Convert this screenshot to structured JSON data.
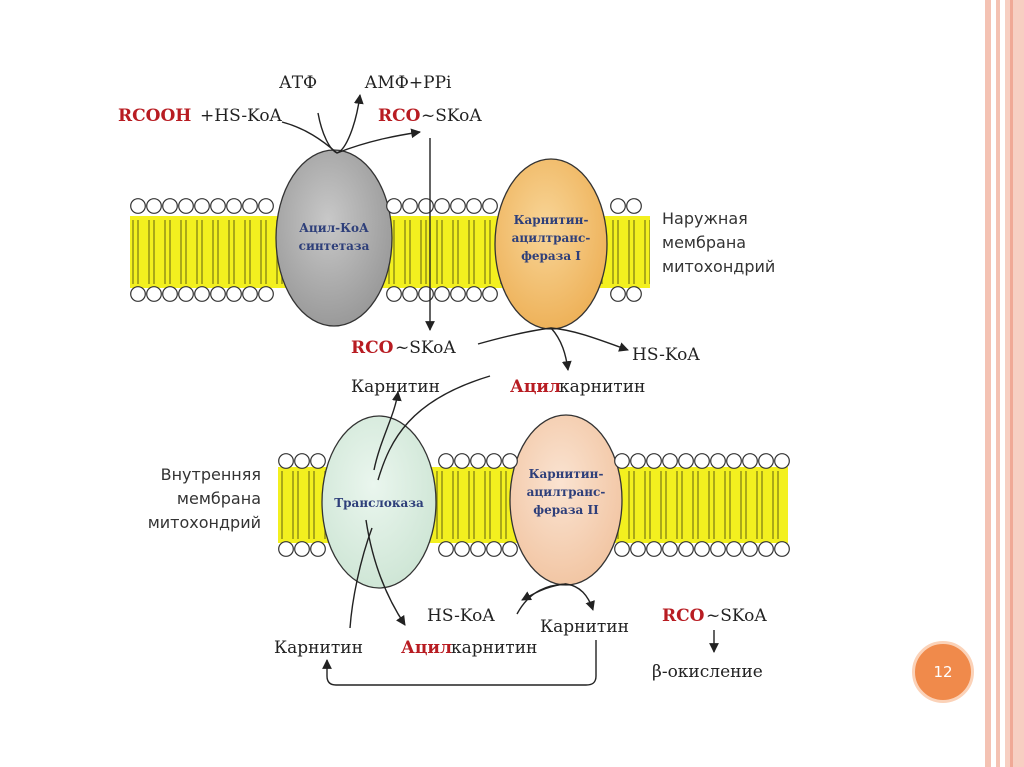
{
  "slide": {
    "page_number": "12"
  },
  "outer_top": {
    "atf": "АТФ",
    "amf": "АМФ+PPi",
    "rcooh": "RCOOH",
    "hskoa_plus": "+HS-KoA",
    "rco": "RCO",
    "skoa": "~SKoA"
  },
  "outer_membrane_label": [
    "Наружная",
    "мембрана",
    "митохондрий"
  ],
  "enzymes": {
    "acyl_coa_synthetase": [
      "Ацил-КоА",
      "синтетаза"
    ],
    "cat1": [
      "Карнитин-",
      "ацилтранс-",
      "фераза I"
    ],
    "translocase": "Транслоказа",
    "cat2": [
      "Карнитин-",
      "ацилтранс-",
      "фераза II"
    ]
  },
  "intermembrane": {
    "rco": "RCO",
    "skoa": "~SKoA",
    "hskoa": "HS-KoA",
    "carnitine": "Карнитин",
    "acyl": "Ацил",
    "carnitine_lc": "карнитин"
  },
  "inner_membrane_label": [
    "Внутренняя",
    "мембрана",
    "митохондрий"
  ],
  "matrix": {
    "hskoa": "HS-KoA",
    "carnitine_right": "Карнитин",
    "rco": "RCO",
    "skoa": "~SKoA",
    "carnitine_left": "Карнитин",
    "acyl": "Ацил",
    "carnitine_lc": "карнитин",
    "beta_oxidation": "β-окисление"
  },
  "colors": {
    "bilayer_fill": "#f3f01f",
    "lipid_tail": "#8a8a16",
    "head": "#ffffff",
    "synthetase": "#b0b0b0",
    "cat1": "#f3c37a",
    "translocase": "#dcefe4",
    "cat2": "#f6d6bf",
    "accent_red": "#b81c22",
    "frame_pink": "#f4c2b3",
    "page_badge": "#f08a4b"
  }
}
